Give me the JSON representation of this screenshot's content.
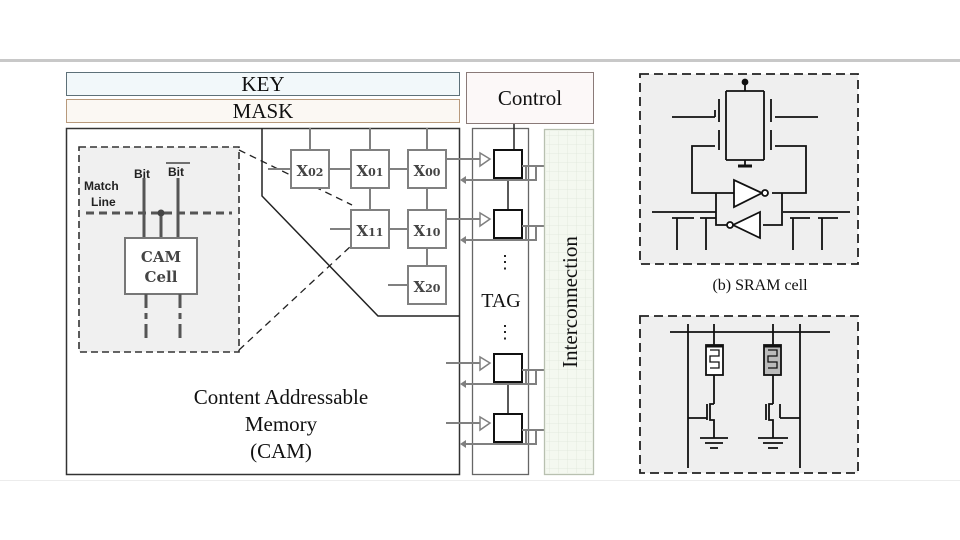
{
  "figure": {
    "key_label": "KEY",
    "mask_label": "MASK",
    "control_label": "Control",
    "tag_label": "TAG",
    "interconnection_label": "Interconnection",
    "cam_title_line1": "Content Addressable",
    "cam_title_line2": "Memory",
    "cam_title_line3": "(CAM)",
    "inset": {
      "bit_label": "Bit",
      "bit_bar_label": "Bit",
      "match_line_label_1": "Match",
      "match_line_label_2": "Line",
      "cam_cell_line1": "CAM",
      "cam_cell_line2": "Cell"
    },
    "cells": [
      {
        "name": "X",
        "sub": "02"
      },
      {
        "name": "X",
        "sub": "01"
      },
      {
        "name": "X",
        "sub": "00"
      },
      {
        "name": "X",
        "sub": "11"
      },
      {
        "name": "X",
        "sub": "10"
      },
      {
        "name": "X",
        "sub": "20"
      }
    ],
    "ellipsis": "⋮",
    "sram_caption": "(b)  SRAM  cell"
  },
  "colors": {
    "key_border": "#5d7078",
    "mask_border": "#b89a7c",
    "control_border": "#8a7a78",
    "inset_fill": "#f0f0f0",
    "interconnect_fill": "#f4f8f0",
    "grey_line": "#808080"
  }
}
